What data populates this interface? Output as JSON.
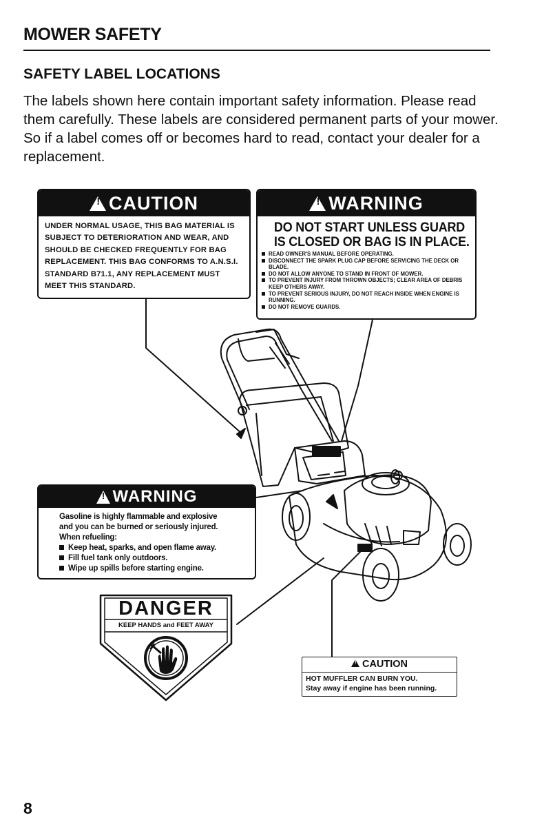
{
  "header": {
    "section_title": "MOWER SAFETY",
    "sub_title": "SAFETY LABEL LOCATIONS",
    "intro": "The labels shown here contain important safety information. Please read them carefully. These labels are considered permanent parts of your mower. So if a label comes off or becomes hard to read, contact your dealer for a replacement."
  },
  "labels": {
    "caution_bag": {
      "signal": "CAUTION",
      "text": "UNDER NORMAL USAGE, THIS BAG MATERIAL IS SUBJECT TO DETERIORATION AND WEAR, AND SHOULD BE CHECKED FREQUENTLY FOR BAG REPLACEMENT. THIS BAG CONFORMS TO A.N.S.I. STANDARD B71.1, ANY REPLACEMENT MUST MEET THIS STANDARD."
    },
    "warning_guard": {
      "signal": "WARNING",
      "headline_1": "DO NOT START UNLESS GUARD",
      "headline_2": "IS CLOSED OR BAG IS IN PLACE.",
      "items": [
        "READ OWNER'S MANUAL BEFORE OPERATING.",
        "DISCONNECT THE SPARK PLUG CAP BEFORE SERVICING THE DECK OR BLADE.",
        "DO NOT ALLOW ANYONE TO STAND IN FRONT OF MOWER.",
        "TO PREVENT INJURY FROM THROWN OBJECTS; CLEAR AREA OF DEBRIS KEEP OTHERS AWAY.",
        "TO PREVENT SERIOUS INJURY, DO NOT REACH INSIDE WHEN ENGINE IS RUNNING.",
        "DO NOT REMOVE GUARDS."
      ]
    },
    "warning_fuel": {
      "signal": "WARNING",
      "line_1": "Gasoline is highly flammable and explosive",
      "line_2": "and you can be burned or seriously injured.",
      "line_3": "When refueling:",
      "items": [
        "Keep heat, sparks, and open flame away.",
        "Fill fuel tank only outdoors.",
        "Wipe up spills before starting engine."
      ]
    },
    "danger": {
      "signal": "DANGER",
      "text": "KEEP HANDS and FEET AWAY"
    },
    "caution_muffler": {
      "signal": "CAUTION",
      "line_1": "HOT MUFFLER CAN BURN YOU.",
      "line_2": "Stay away if engine has been running."
    }
  },
  "footer": {
    "page_number": "8"
  }
}
